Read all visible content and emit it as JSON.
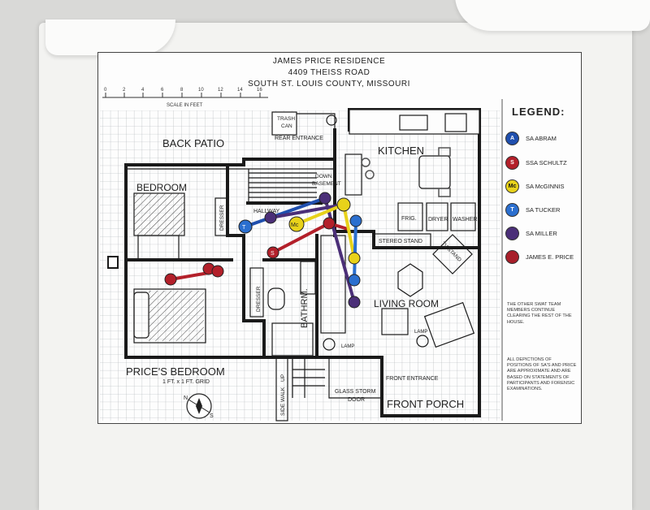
{
  "title": {
    "line1": "JAMES PRICE RESIDENCE",
    "line2": "4409 THEISS ROAD",
    "line3": "SOUTH ST. LOUIS COUNTY, MISSOURI"
  },
  "scale": {
    "ticks": [
      "0",
      "2",
      "4",
      "6",
      "8",
      "10",
      "12",
      "14",
      "16"
    ],
    "caption": "SCALE IN FEET"
  },
  "rooms": {
    "back_patio": "BACK PATIO",
    "trash_can_1": "TRASH",
    "trash_can_2": "CAN",
    "rear_entrance": "REAR ENTRANCE",
    "kitchen": "KITCHEN",
    "bedroom": "BEDROOM",
    "dresser_1": "DRESSER",
    "hallway": "HALLWAY",
    "down_basement_1": "DOWN",
    "down_basement_2": "BASEMENT",
    "frig": "FRIG.",
    "dryer": "DRYER",
    "washer": "WASHER",
    "stereo_stand": "STEREO STAND",
    "tv_stand": "TV STAND",
    "dresser_2": "DRESSER",
    "bathroom": "BATHRM.",
    "living_room": "LIVING ROOM",
    "lamp_1": "LAMP",
    "lamp_2": "LAMP",
    "prices_bedroom": "PRICE'S BEDROOM",
    "grid_note": "1 FT. x 1 FT. GRID",
    "side_walk": "SIDE WALK",
    "up": "UP",
    "front_entrance": "FRONT ENTRANCE",
    "glass_storm_door_1": "GLASS STORM",
    "glass_storm_door_2": "DOOR",
    "front_porch": "FRONT PORCH",
    "compass_n": "N",
    "compass_s": "S"
  },
  "legend": {
    "title": "LEGEND:",
    "items": [
      {
        "marker": "A",
        "label": "SA ABRAM",
        "color": "#1f4fae"
      },
      {
        "marker": "S",
        "label": "SSA SCHULTZ",
        "color": "#b3202a"
      },
      {
        "marker": "Mc",
        "label": "SA McGINNIS",
        "color": "#e8d21a"
      },
      {
        "marker": "T",
        "label": "SA TUCKER",
        "color": "#2b6fcf"
      },
      {
        "marker": "",
        "label": "SA MILLER",
        "color": "#4b2f78"
      },
      {
        "marker": "",
        "label": "JAMES E. PRICE",
        "color": "#a81f2a"
      }
    ],
    "note1": "THE OTHER SWAT TEAM MEMBERS CONTINUE CLEARING THE REST OF THE HOUSE.",
    "note2": "ALL DEPICTIONS OF POSITIONS OF SA'S AND PRICE ARE APPROXIMATE AND ARE BASED ON STATEMENTS OF PARTICIPANTS AND FORENSIC EXAMINATIONS."
  },
  "markers": {
    "tucker": "T",
    "mcginnis": "Mc",
    "schultz": "S"
  }
}
